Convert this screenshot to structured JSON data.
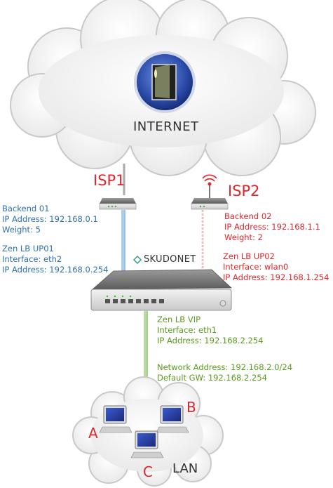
{
  "cloud_label": "INTERNET",
  "isp1": {
    "name": "ISP1",
    "color": "#e0262b"
  },
  "isp2": {
    "name": "ISP2",
    "color": "#e0262b"
  },
  "backend01": {
    "lines": [
      "Backend 01",
      "IP Address: 192.168.0.1",
      "Weight: 5"
    ],
    "color": "#2f6fb3"
  },
  "up01": {
    "lines": [
      "Zen LB UP01",
      "Interface: eth2",
      "IP Address: 192.168.0.254"
    ]
  },
  "backend02": {
    "lines": [
      "Backend 02",
      "IP Address: 192.168.1.1",
      "Weight: 2"
    ]
  },
  "up02": {
    "lines": [
      "Zen LB UP02",
      "Interface: wlan0",
      "IP Address: 192.168.1.254"
    ]
  },
  "brand": {
    "name": "SKUDONET",
    "color": "#2e9b8f"
  },
  "vip": {
    "lines": [
      "Zen LB VIP",
      "Interface: eth1",
      "IP Address: 192.168.2.254"
    ]
  },
  "network": {
    "lines": [
      "Network Address: 192.168.2.0/24",
      "Default GW: 192.168.2.254"
    ],
    "color": "#5a9a1e"
  },
  "lan_label": "LAN",
  "clients": [
    "A",
    "B",
    "C"
  ]
}
